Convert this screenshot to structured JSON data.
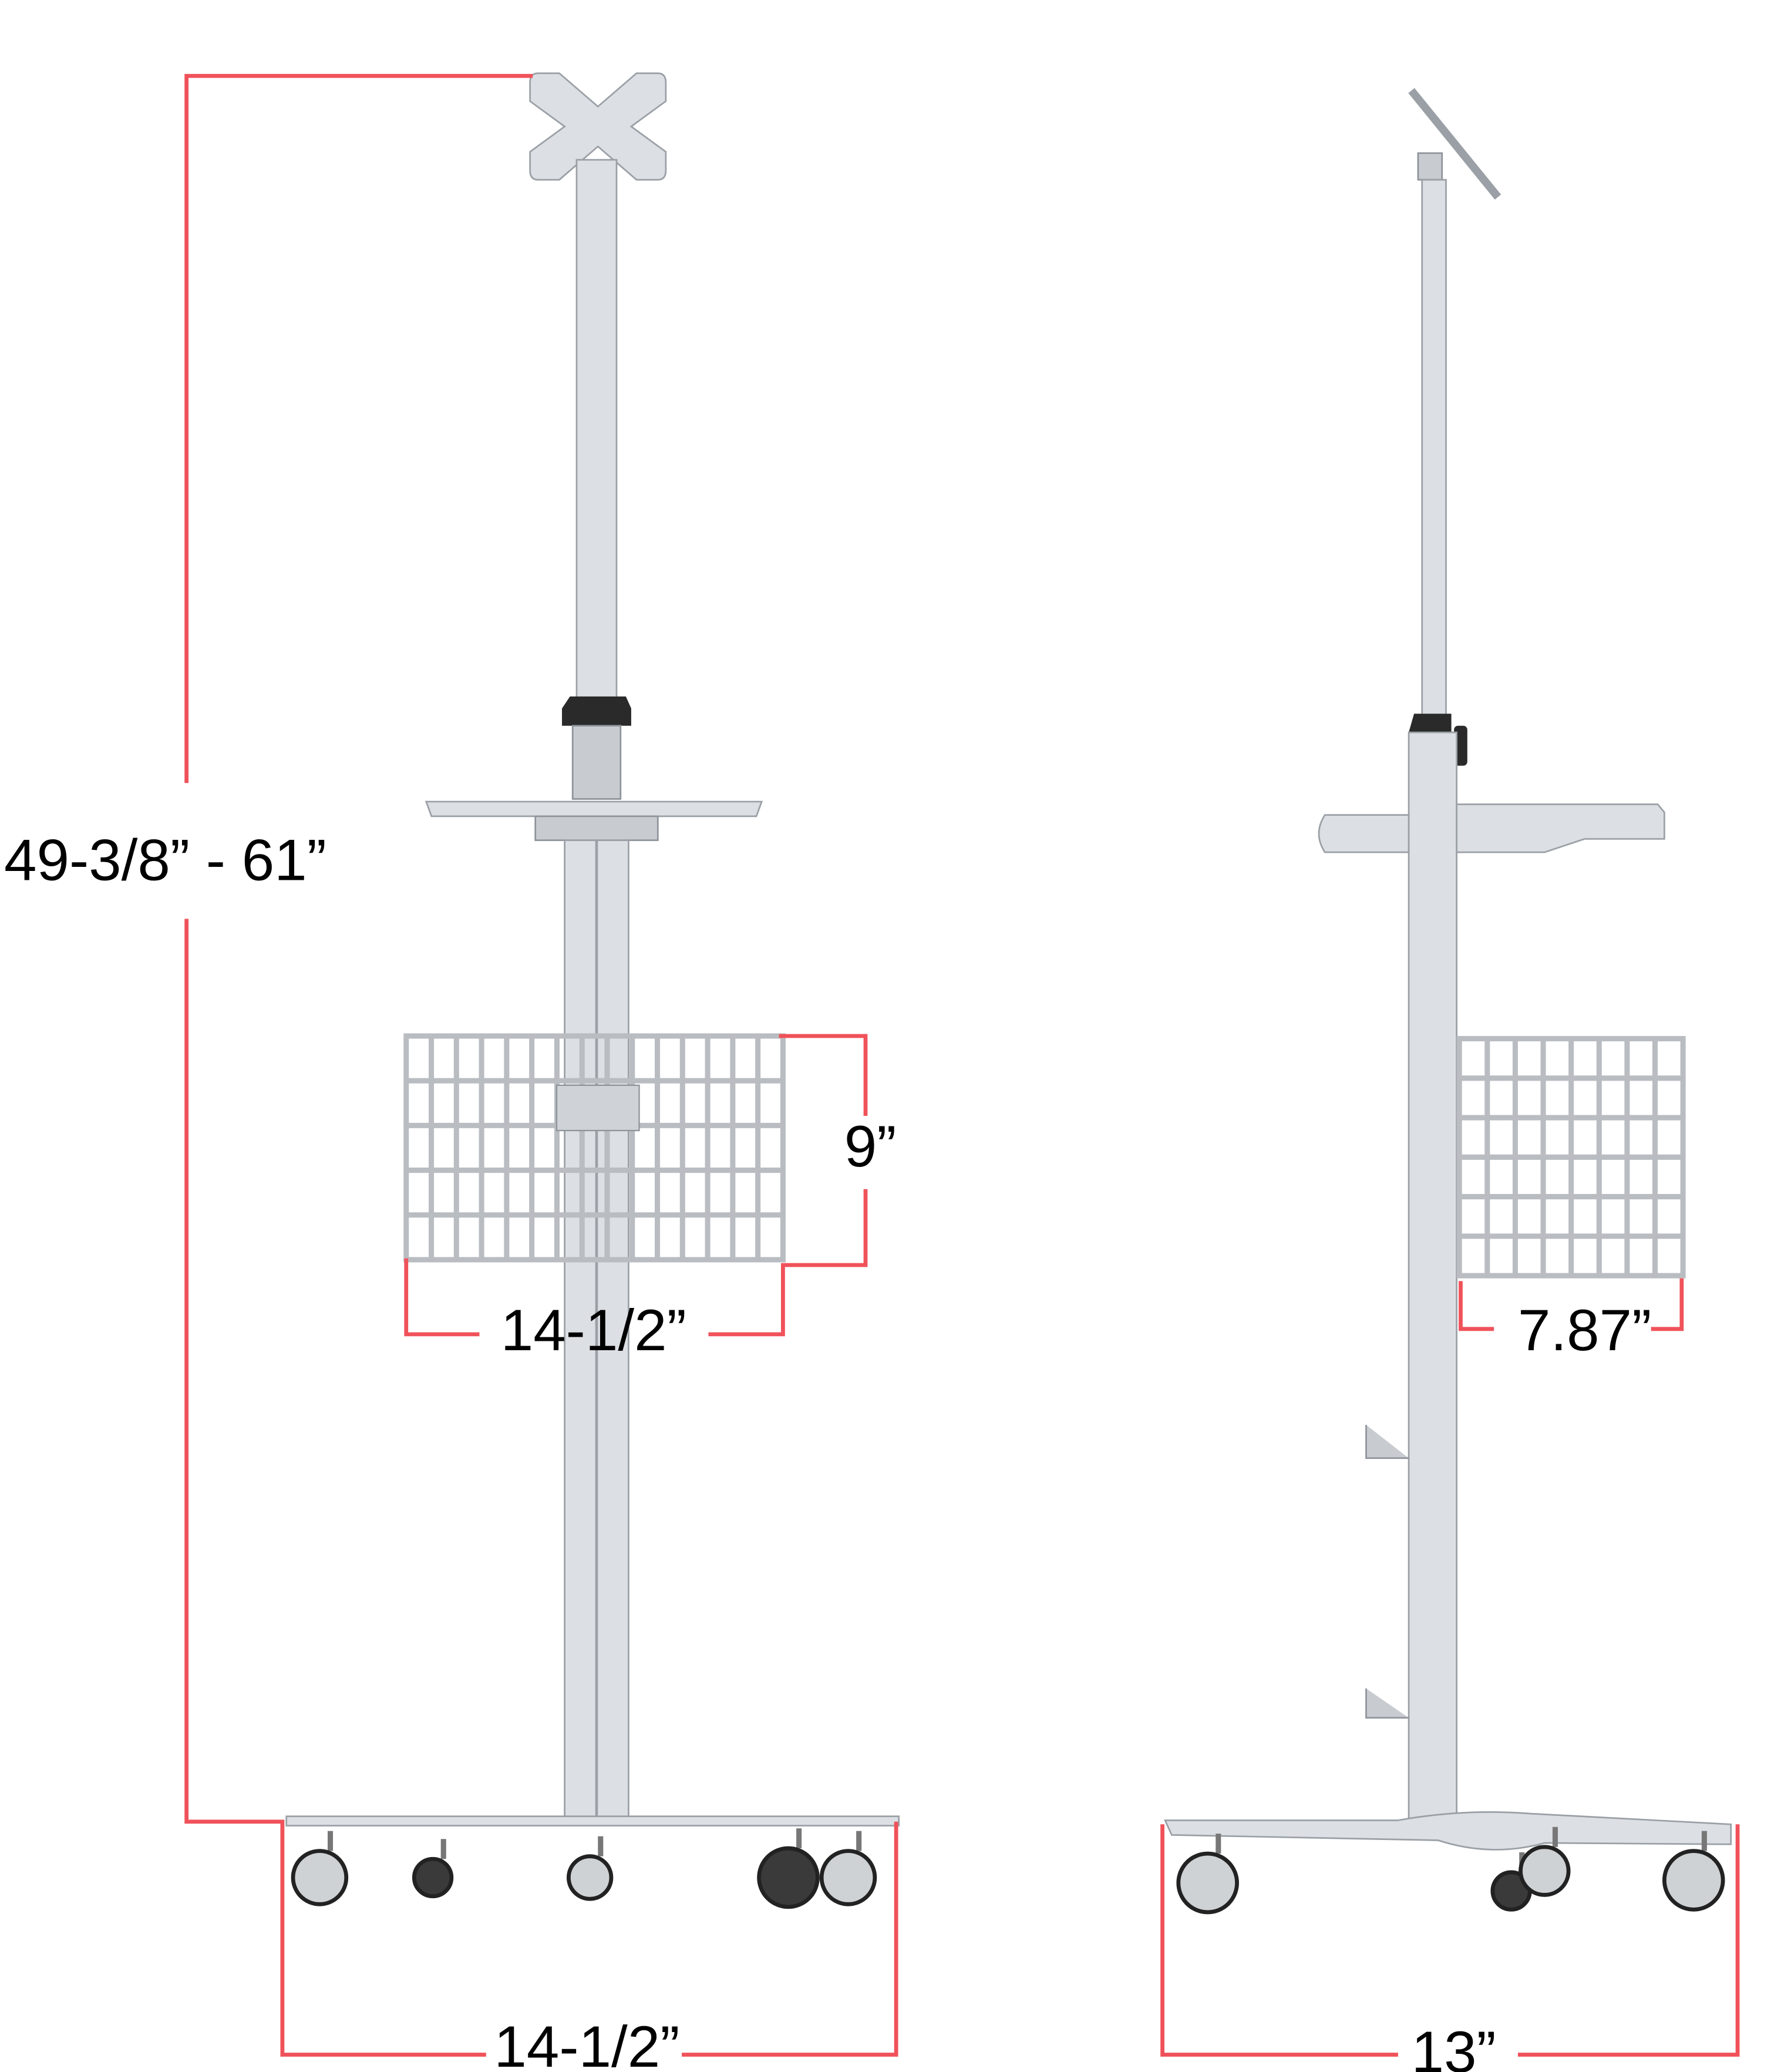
{
  "dimensions": {
    "overall_height": "49-3/8” - 61”",
    "basket_height": "9”",
    "basket_width_front": "14-1/2”",
    "base_width_front": "14-1/2”",
    "basket_depth_side": "7.87”",
    "base_depth_side": "13”"
  },
  "colors": {
    "dimension_line": "#f0525a",
    "text": "#000000"
  }
}
